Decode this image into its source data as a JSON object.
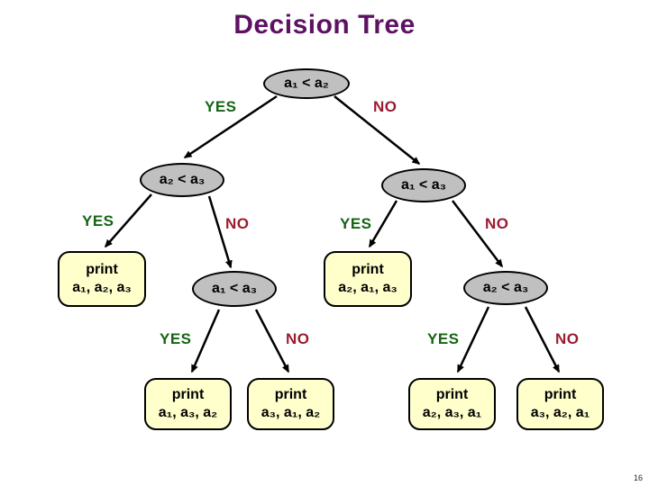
{
  "slide": {
    "title": "Decision Tree",
    "page_number": "16"
  },
  "labels": {
    "yes": "YES",
    "no": "NO"
  },
  "tree": {
    "nodes": [
      {
        "label": "a₁ < a₂"
      },
      {
        "label": "a₂ < a₃"
      },
      {
        "label": "a₁ < a₃"
      },
      {
        "label": "a₁ < a₃"
      },
      {
        "label": "a₂ < a₃"
      }
    ],
    "leaves": [
      {
        "line1": "print",
        "line2": "a₁, a₂, a₃"
      },
      {
        "line1": "print",
        "line2": "a₂, a₁, a₃"
      },
      {
        "line1": "print",
        "line2": "a₁, a₃, a₂"
      },
      {
        "line1": "print",
        "line2": "a₃, a₁, a₂"
      },
      {
        "line1": "print",
        "line2": "a₂, a₃, a₁"
      },
      {
        "line1": "print",
        "line2": "a₃, a₂, a₁"
      }
    ]
  },
  "colors": {
    "title": "#5e1163",
    "yes_label": "#156415",
    "no_label": "#9b1b31",
    "decision_node_fill": "#c0c0c0",
    "leaf_fill": "#ffffcc",
    "edge": "#000000"
  }
}
